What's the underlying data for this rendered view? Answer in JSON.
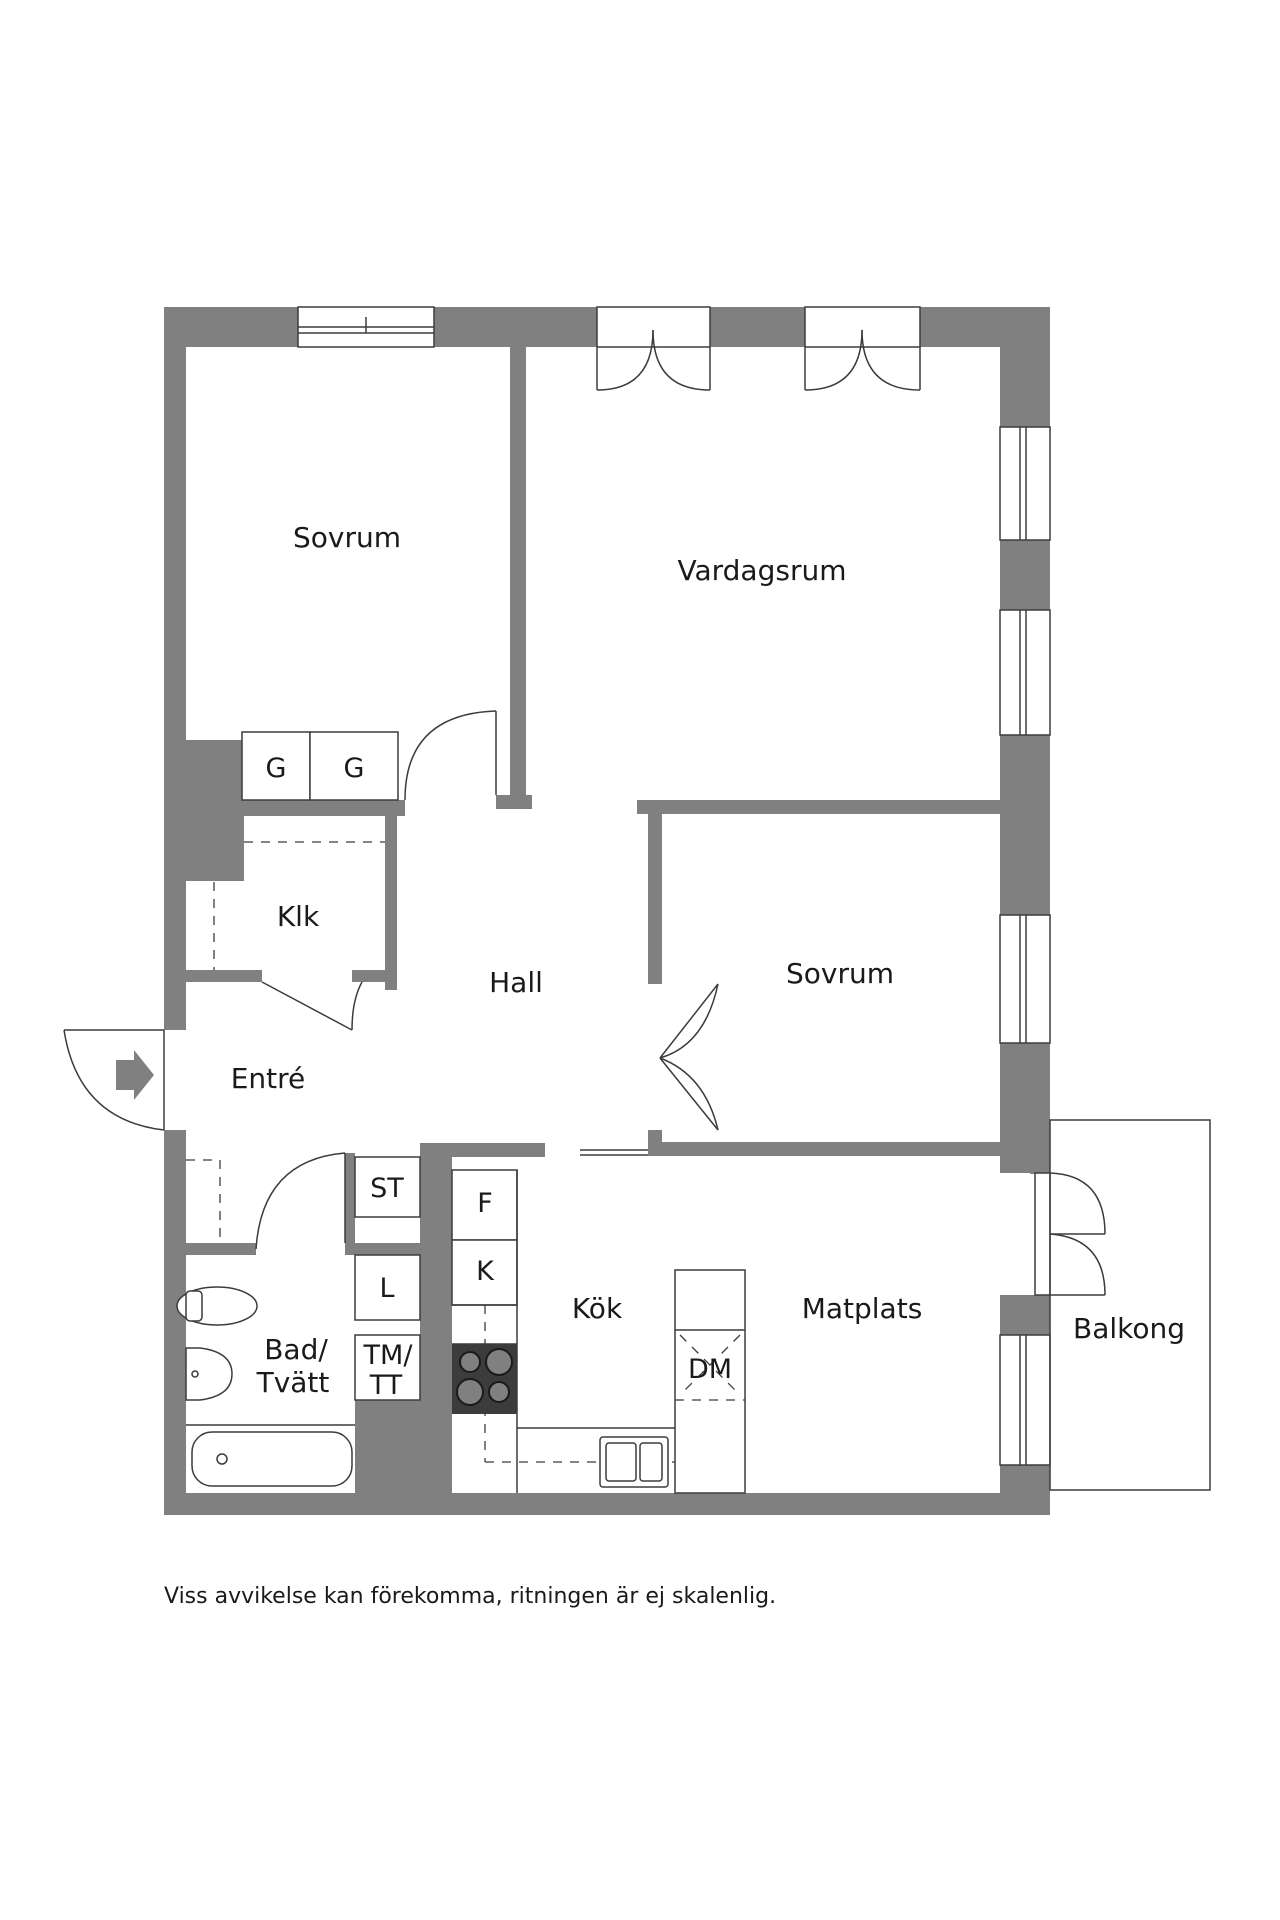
{
  "rooms": {
    "sovrum_1": "Sovrum",
    "vardagsrum": "Vardagsrum",
    "klk": "Klk",
    "hall": "Hall",
    "sovrum_2": "Sovrum",
    "entre": "Entré",
    "kok": "Kök",
    "matplats": "Matplats",
    "balkong": "Balkong",
    "bad_line1": "Bad/",
    "bad_line2": "Tvätt"
  },
  "fixtures": {
    "wardrobe_1": "G",
    "wardrobe_2": "G",
    "st": "ST",
    "l": "L",
    "tm_line1": "TM/",
    "tm_line2": "TT",
    "fridge": "F",
    "freezer": "K",
    "dishwasher": "DM"
  },
  "note": "Viss avvikelse kan förekomma, ritningen är ej skalenlig.",
  "colors": {
    "wall": "#808080",
    "line": "#3c3c3c",
    "background": "#ffffff"
  }
}
